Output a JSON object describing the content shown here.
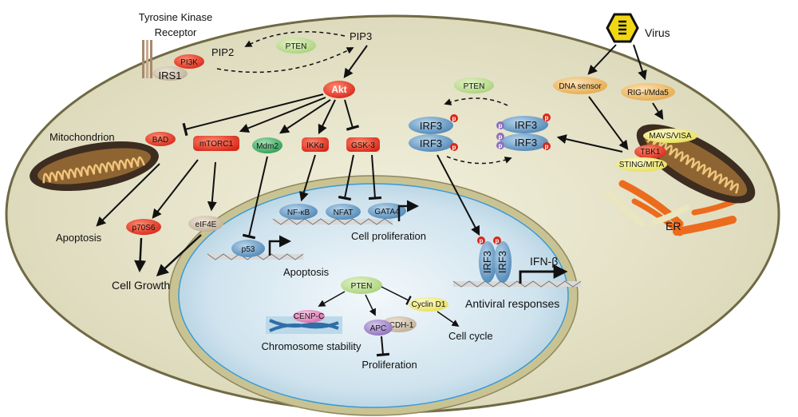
{
  "receptor": {
    "line1": "Tyrosine Kinase",
    "line2": "Receptor"
  },
  "nodes": {
    "pip2": "PIP2",
    "pip3": "PIP3",
    "pi3k": "PI3K",
    "irs1": "IRS1",
    "pten_top": "PTEN",
    "akt": "Akt",
    "mitochondrion": "Mitochondrion",
    "bad": "BAD",
    "mtorc1": "mTORC1",
    "mdm2": "Mdm2",
    "ikka": "IKKα",
    "gsk3": "GSK-3",
    "apoptosis_left": "Apoptosis",
    "p70s6": "p70S6",
    "eif4e": "eIF4E",
    "cell_growth": "Cell Growth",
    "nfkb": "NF-κB",
    "nfat": "NFAT",
    "gata4": "GATA4",
    "cell_proliferation": "Cell proliferation",
    "p53": "p53",
    "apoptosis_nuc": "Apoptosis",
    "pten_nuc": "PTEN",
    "cenpc": "CENP-C",
    "chromosome_stability": "Chromosome stability",
    "apc": "APC",
    "cdh1": "CDH-1",
    "cyclin_d1": "Cyclin D1",
    "cell_cycle": "Cell cycle",
    "proliferation": "Proliferation",
    "pten_irf": "PTEN",
    "irf3": "IRF3",
    "p": "p",
    "ifnb": "IFN-β",
    "antiviral": "Antiviral responses",
    "virus": "Virus",
    "dna_sensor": "DNA sensor",
    "rig": "RIG-I/Mda5",
    "mavs": "MAVS/VISA",
    "tbk1": "TBK1",
    "sting": "STING/MITA",
    "er": "ER"
  }
}
